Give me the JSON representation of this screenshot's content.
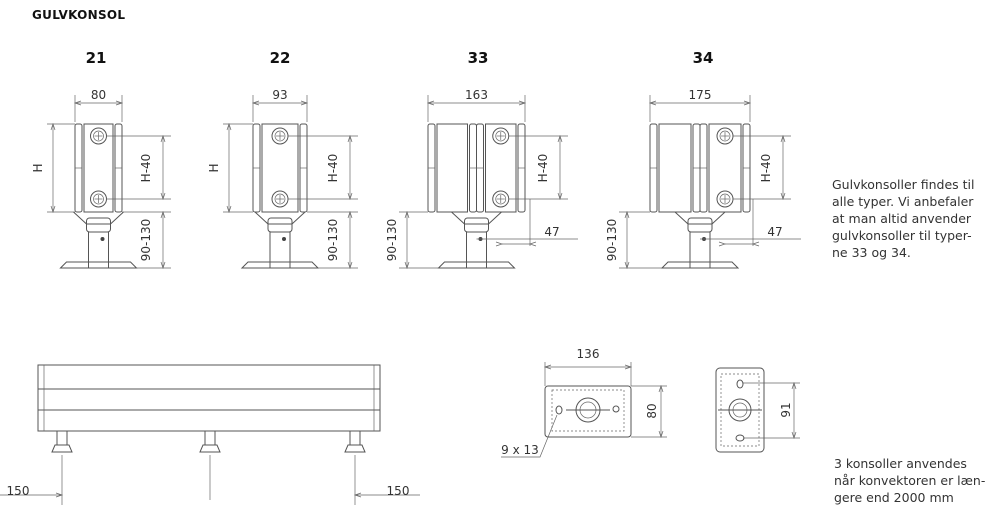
{
  "title": "GULVKONSOL",
  "views": [
    {
      "type": "21",
      "width": "80",
      "height_label": "H",
      "hole_spacing": "H-40",
      "foot_range": "90-130"
    },
    {
      "type": "22",
      "width": "93",
      "height_label": "H",
      "hole_spacing": "H-40",
      "foot_range": "90-130"
    },
    {
      "type": "33",
      "width": "163",
      "hole_spacing": "H-40",
      "foot_range": "90-130",
      "offset": "47"
    },
    {
      "type": "34",
      "width": "175",
      "hole_spacing": "H-40",
      "foot_range": "90-130",
      "offset": "47"
    }
  ],
  "note_top": [
    "Gulvkonsoller findes til",
    "alle typer. Vi anbefaler",
    "at man altid anvender",
    "gulvkonsoller til typer-",
    "ne 33 og 34."
  ],
  "side_view": {
    "left_offset": "150",
    "right_offset": "150"
  },
  "plate_wide": {
    "width": "136",
    "depth": "80",
    "slot": "9 x 13"
  },
  "plate_narrow": {
    "hole_spacing": "91"
  },
  "note_bottom": [
    "3 konsoller anvendes",
    "når konvektoren er læn-",
    "gere end 2000 mm"
  ]
}
